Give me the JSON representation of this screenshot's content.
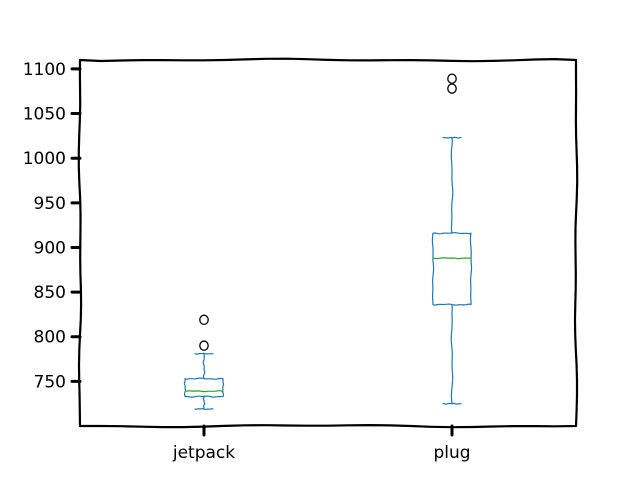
{
  "chart_data": {
    "type": "box",
    "categories": [
      "jetpack",
      "plug"
    ],
    "boxes": [
      {
        "category": "jetpack",
        "whisker_low": 719,
        "q1": 733,
        "median": 739,
        "q3": 753,
        "whisker_high": 781,
        "outliers": [
          790,
          819
        ]
      },
      {
        "category": "plug",
        "whisker_low": 725,
        "q1": 836,
        "median": 888,
        "q3": 916,
        "whisker_high": 1023,
        "outliers": [
          1078,
          1089
        ]
      }
    ],
    "yticks": [
      750,
      800,
      850,
      900,
      950,
      1000,
      1050,
      1100
    ],
    "ylim": [
      700,
      1110
    ],
    "grid": false,
    "colors": {
      "box": "#1f77b4",
      "median": "#2ca02c",
      "outlier": "#000000",
      "frame": "#000000"
    }
  }
}
